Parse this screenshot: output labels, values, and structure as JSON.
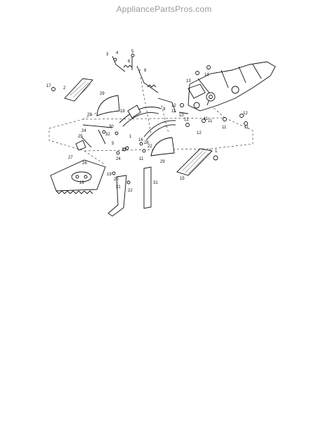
{
  "header": {
    "watermark": "AppliancePartsPros.com"
  },
  "diagram": {
    "part_labels": [
      "1",
      "2",
      "3",
      "4",
      "5",
      "6",
      "7",
      "8",
      "9",
      "10",
      "11",
      "12",
      "13",
      "14",
      "15",
      "16",
      "17",
      "18",
      "19",
      "20",
      "21",
      "22",
      "23",
      "24",
      "25",
      "26",
      "27",
      "28",
      "29",
      "30",
      "31",
      "32"
    ]
  }
}
